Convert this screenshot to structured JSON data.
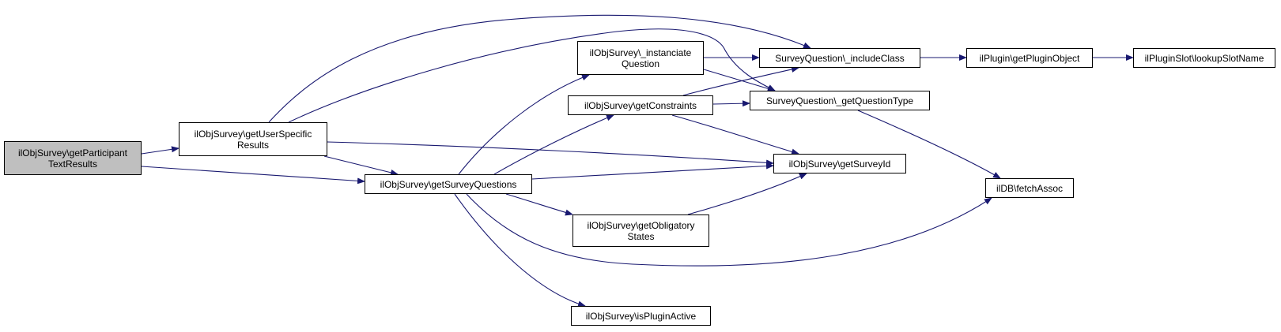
{
  "colors": {
    "edge": "#191970",
    "node_border": "#000000",
    "root_fill": "#bfbfbf",
    "node_fill": "#ffffff"
  },
  "nodes": [
    {
      "id": "getParticipantTextResults",
      "lines": [
        "ilObjSurvey\\getParticipant",
        "TextResults"
      ],
      "root": true
    },
    {
      "id": "getUserSpecificResults",
      "lines": [
        "ilObjSurvey\\getUserSpecific",
        "Results"
      ]
    },
    {
      "id": "getSurveyQuestions",
      "lines": [
        "ilObjSurvey\\getSurveyQuestions"
      ]
    },
    {
      "id": "instanciateQuestion",
      "lines": [
        "ilObjSurvey\\_instanciate",
        "Question"
      ]
    },
    {
      "id": "getConstraints",
      "lines": [
        "ilObjSurvey\\getConstraints"
      ]
    },
    {
      "id": "getObligatoryStates",
      "lines": [
        "ilObjSurvey\\getObligatory",
        "States"
      ]
    },
    {
      "id": "isPluginActive",
      "lines": [
        "ilObjSurvey\\isPluginActive"
      ]
    },
    {
      "id": "includeClass",
      "lines": [
        "SurveyQuestion\\_includeClass"
      ]
    },
    {
      "id": "getQuestionType",
      "lines": [
        "SurveyQuestion\\_getQuestionType"
      ]
    },
    {
      "id": "getSurveyId",
      "lines": [
        "ilObjSurvey\\getSurveyId"
      ]
    },
    {
      "id": "getPluginObject",
      "lines": [
        "ilPlugin\\getPluginObject"
      ]
    },
    {
      "id": "fetchAssoc",
      "lines": [
        "ilDB\\fetchAssoc"
      ]
    },
    {
      "id": "lookupSlotName",
      "lines": [
        "ilPluginSlot\\lookupSlotName"
      ]
    }
  ],
  "edges": [
    [
      "getParticipantTextResults",
      "getUserSpecificResults"
    ],
    [
      "getParticipantTextResults",
      "getSurveyQuestions"
    ],
    [
      "getUserSpecificResults",
      "includeClass"
    ],
    [
      "getUserSpecificResults",
      "getQuestionType"
    ],
    [
      "getUserSpecificResults",
      "getSurveyQuestions"
    ],
    [
      "getUserSpecificResults",
      "getSurveyId"
    ],
    [
      "getSurveyQuestions",
      "instanciateQuestion"
    ],
    [
      "getSurveyQuestions",
      "getConstraints"
    ],
    [
      "getSurveyQuestions",
      "getSurveyId"
    ],
    [
      "getSurveyQuestions",
      "getObligatoryStates"
    ],
    [
      "getSurveyQuestions",
      "fetchAssoc"
    ],
    [
      "getSurveyQuestions",
      "isPluginActive"
    ],
    [
      "instanciateQuestion",
      "includeClass"
    ],
    [
      "instanciateQuestion",
      "getQuestionType"
    ],
    [
      "getConstraints",
      "includeClass"
    ],
    [
      "getConstraints",
      "getQuestionType"
    ],
    [
      "getConstraints",
      "getSurveyId"
    ],
    [
      "getObligatoryStates",
      "getSurveyId"
    ],
    [
      "includeClass",
      "getPluginObject"
    ],
    [
      "getQuestionType",
      "fetchAssoc"
    ],
    [
      "getPluginObject",
      "lookupSlotName"
    ]
  ]
}
